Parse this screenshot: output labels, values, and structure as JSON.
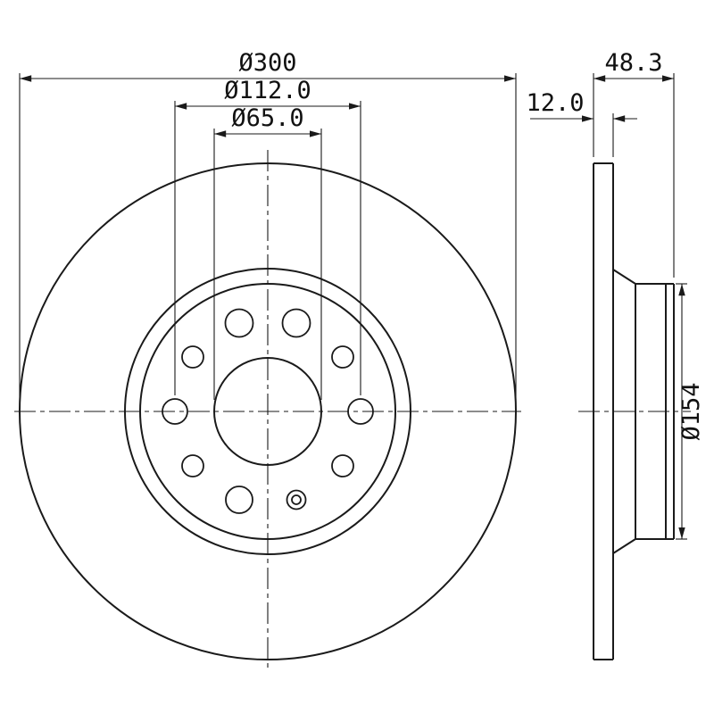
{
  "front_view": {
    "outer_diameter_label": "Ø300",
    "bolt_circle_label": "Ø112.0",
    "bore_label": "Ø65.0"
  },
  "side_view": {
    "total_thickness_label": "48.3",
    "disc_thickness_label": "12.0",
    "hat_diameter_label": "Ø154"
  },
  "colors": {
    "line": "#1a1a1a",
    "background": "#ffffff"
  }
}
